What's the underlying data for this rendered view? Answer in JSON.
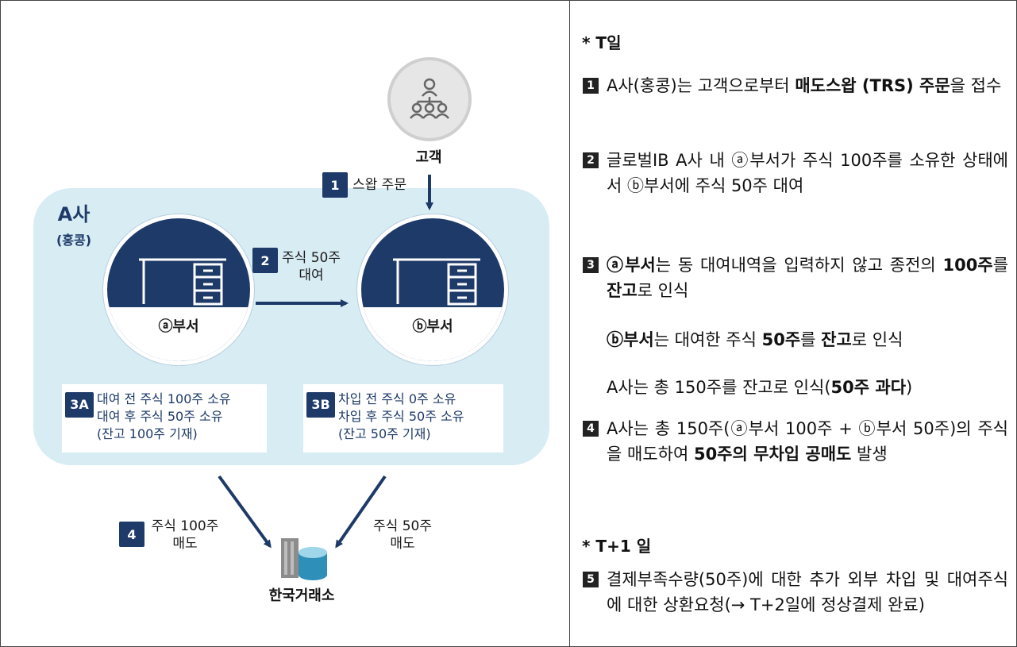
{
  "diagram": {
    "customer_label": "고객",
    "company_name": "A사",
    "company_sub": "(홍콩)",
    "step1": {
      "num": "1",
      "label": "스왑 주문"
    },
    "step2": {
      "num": "2",
      "label_line1": "주식 50주",
      "label_line2": "대여"
    },
    "dept_a": "ⓐ부서",
    "dept_b": "ⓑ부서",
    "box_3a": {
      "num": "3A",
      "line1": "대여 전 주식 100주 소유",
      "line2": "대여 후 주식 50주 소유",
      "line3": "(잔고 100주 기재)"
    },
    "box_3b": {
      "num": "3B",
      "line1": "차입 전 주식 0주 소유",
      "line2": "차입 후 주식 50주 소유",
      "line3": "(잔고 50주 기재)"
    },
    "step4": {
      "num": "4",
      "label_line1": "주식 100주",
      "label_line2": "매도"
    },
    "step4b": {
      "label_line1": "주식 50주",
      "label_line2": "매도"
    },
    "exchange_label": "한국거래소"
  },
  "panel": {
    "t_day": "* T일",
    "item1": {
      "num": "1",
      "pre": "A사(홍콩)는 고객으로부터 ",
      "bold": "매도스왑 (TRS) 주문",
      "post": "을 접수"
    },
    "item2": {
      "num": "2",
      "text": "글로벌IB A사 내 ⓐ부서가 주식 100주를 소유한 상태에서 ⓑ부서에 주식 50주 대여"
    },
    "item3": {
      "num": "3",
      "b1": "ⓐ부서",
      "t1": "는 동 대여내역을 입력하지 않고 종전의 ",
      "b2": "100주",
      "t2": "를 ",
      "b3": "잔고",
      "t3": "로 인식"
    },
    "para_b": {
      "b1": "ⓑ부서",
      "t1": "는 대여한 주식 ",
      "b2": "50주",
      "t2": "를 ",
      "b3": "잔고",
      "t3": "로 인식"
    },
    "para_total": {
      "t1": "A사는 총 150주를 잔고로 인식(",
      "b1": "50주 과다",
      "t2": ")"
    },
    "item4": {
      "num": "4",
      "t1": "A사는 총 150주(ⓐ부서 100주 + ⓑ부서 50주)의 주식을 매도하여 ",
      "b1": "50주의 무차입 공매도",
      "t2": " 발생"
    },
    "t1_day": "* T+1 일",
    "item5": {
      "num": "5",
      "text": "결제부족수량(50주)에 대한 추가 외부 차입 및 대여주식에 대한 상환요청(→ T+2일에 정상결제 완료)"
    }
  }
}
